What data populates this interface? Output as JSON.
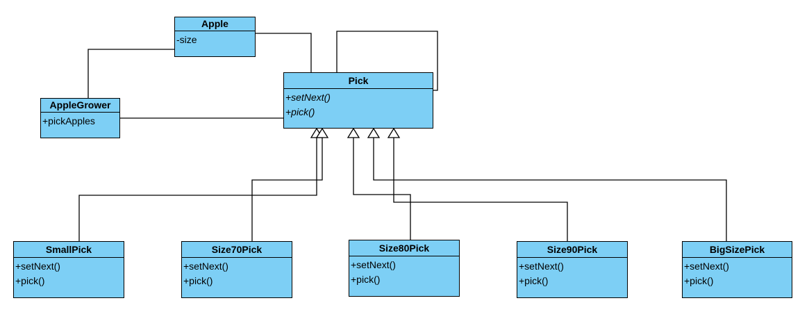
{
  "colors": {
    "class_fill": "#7dcff5",
    "line": "#000000"
  },
  "classes": {
    "apple": {
      "name": "Apple",
      "members": [
        "-size"
      ]
    },
    "grower": {
      "name": "AppleGrower",
      "members": [
        "+pickApples"
      ]
    },
    "pick": {
      "name": "Pick",
      "members": [
        "+setNext()",
        "+pick()"
      ]
    },
    "small": {
      "name": "SmallPick",
      "members": [
        "+setNext()",
        "+pick()"
      ]
    },
    "s70": {
      "name": "Size70Pick",
      "members": [
        "+setNext()",
        "+pick()"
      ]
    },
    "s80": {
      "name": "Size80Pick",
      "members": [
        "+setNext()",
        "+pick()"
      ]
    },
    "s90": {
      "name": "Size90Pick",
      "members": [
        "+setNext()",
        "+pick()"
      ]
    },
    "big": {
      "name": "BigSizePick",
      "members": [
        "+setNext()",
        "+pick()"
      ]
    }
  }
}
